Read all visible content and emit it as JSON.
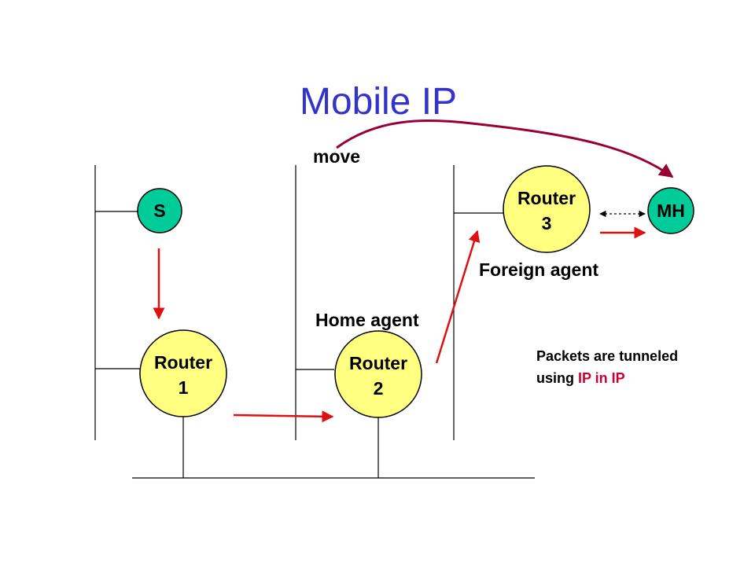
{
  "title": "Mobile IP",
  "colors": {
    "title": "#3333cc",
    "router_fill": "#ffff80",
    "host_fill": "#00cc99",
    "packet_arrow": "#dd1111",
    "move_arrow": "#990033",
    "highlight": "#cc0033"
  },
  "labels": {
    "move": "move",
    "home_agent": "Home agent",
    "foreign_agent": "Foreign agent"
  },
  "nodes": {
    "s": {
      "line1": "S"
    },
    "router1": {
      "line1": "Router",
      "line2": "1"
    },
    "router2": {
      "line1": "Router",
      "line2": "2"
    },
    "router3": {
      "line1": "Router",
      "line2": "3"
    },
    "mh": {
      "line1": "MH"
    }
  },
  "note": {
    "line1": "Packets are tunneled",
    "line2_prefix": "using ",
    "line2_highlight": "IP in IP"
  }
}
